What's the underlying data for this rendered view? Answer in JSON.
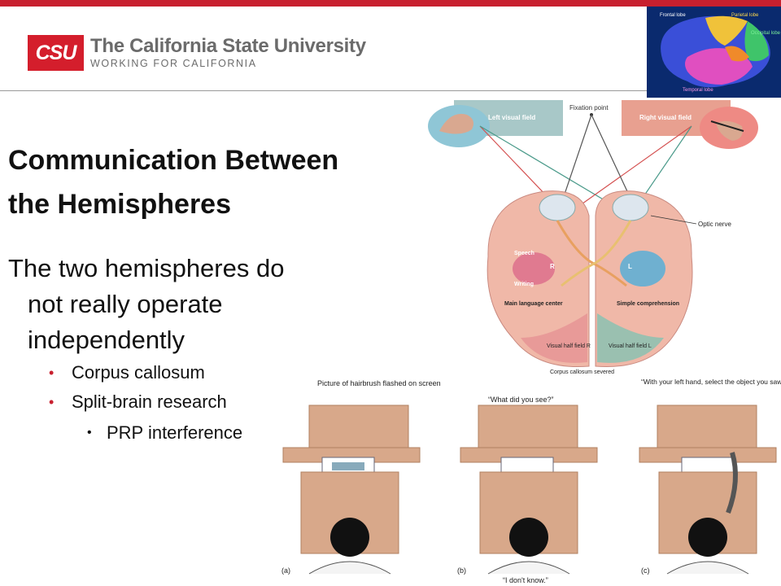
{
  "header": {
    "logo_mark": "CSU",
    "logo_name": "The California State University",
    "logo_tagline": "WORKING FOR CALIFORNIA"
  },
  "slide": {
    "title_line1": "Communication Between",
    "title_line2": "the Hemispheres",
    "main_point": "The two hemispheres do not really operate independently",
    "sub_points": [
      "Corpus callosum",
      "Split-brain research"
    ],
    "sub_sub_point": "PRP interference"
  },
  "brain_lobes": {
    "frontal": "Frontal lobe",
    "parietal": "Parietal lobe",
    "occipital": "Occipital lobe",
    "temporal": "Temporal lobe"
  },
  "visual_field_figure": {
    "left_field": "Left visual field",
    "fixation": "Fixation point",
    "right_field": "Right visual field",
    "optic_nerve": "Optic nerve",
    "speech": "Speech",
    "writing": "Writing",
    "right_marker": "R",
    "left_marker": "L",
    "main_language": "Main language center",
    "simple_comprehension": "Simple comprehension",
    "visual_half_r": "Visual half field R",
    "visual_half_l": "Visual half field L",
    "corpus_severed": "Corpus callosum severed"
  },
  "experiment_figure": {
    "caption_a": "Picture of hairbrush flashed on screen",
    "caption_b": "“What did you see?”",
    "caption_c": "“With your left hand, select the object you saw from those behind the screen.”",
    "label_a": "(a)",
    "label_b": "(b)",
    "label_c": "(c)",
    "response_b": "“I don't know.”"
  },
  "colors": {
    "brand_red": "#c8202f",
    "logo_gray": "#6b6b6b",
    "left_field_box": "#a8c8c8",
    "right_field_box": "#e8a090"
  }
}
